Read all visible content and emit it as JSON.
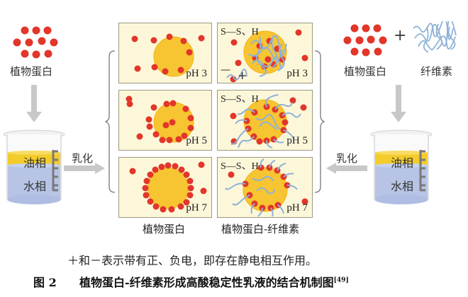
{
  "left_group": {
    "protein_label": "植物蛋白",
    "beaker": {
      "oil_label": "油相",
      "water_label": "水相"
    },
    "emulsify_label": "乳化"
  },
  "right_group": {
    "protein_label": "植物蛋白",
    "plus": "+",
    "cellulose_label": "纤维素",
    "beaker": {
      "oil_label": "油相",
      "water_label": "水相"
    },
    "emulsify_label": "乳化"
  },
  "panels": {
    "protein": [
      {
        "ph": "pH 3"
      },
      {
        "ph": "pH 5"
      },
      {
        "ph": "pH 7"
      }
    ],
    "complex": [
      {
        "ph": "pH 3",
        "bonds": "S—S、H",
        "minus": "—",
        "plus": "+"
      },
      {
        "ph": "pH 5",
        "bonds": "S—S、H"
      },
      {
        "ph": "pH 7",
        "bonds": "S—S、H"
      }
    ],
    "column_labels": [
      "植物蛋白",
      "植物蛋白-纤维素"
    ]
  },
  "colors": {
    "protein_dot": "#e2362a",
    "oil_droplet": "#f7c531",
    "panel_bg": "#fdf7d9",
    "cellulose": "#8eb2d8",
    "oil_phase": "#f3cc2c",
    "water_phase": "#b7c4e6",
    "arrow": "#c8c8c8"
  },
  "caption": {
    "note": "＋和－表示带有正、负电，即存在静电相互作用。",
    "figure_number": "图 2",
    "figure_title": "植物蛋白-纤维素形成高酸稳定性乳液的结合机制图",
    "reference": "[49]"
  }
}
